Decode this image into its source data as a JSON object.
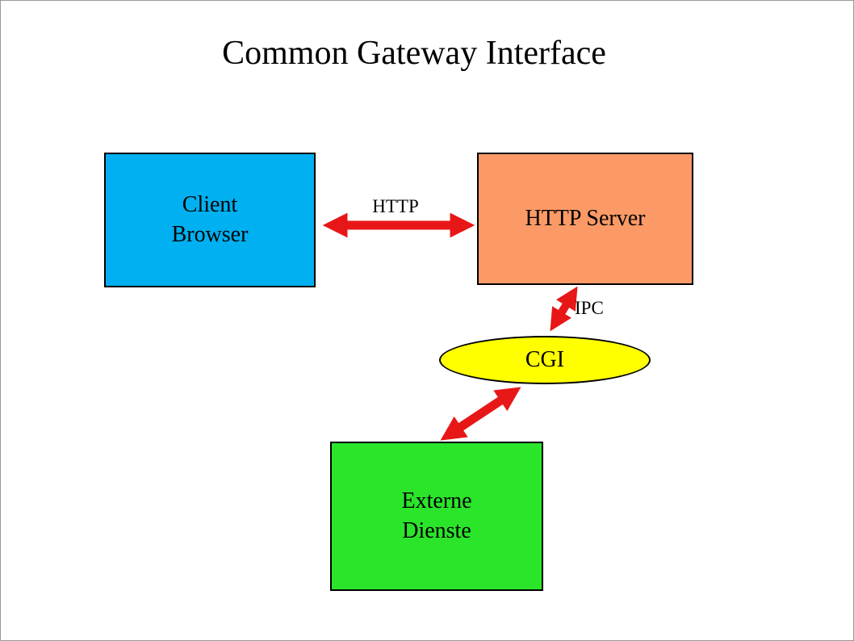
{
  "title": "Common Gateway Interface",
  "colors": {
    "client_box": "#00B0F0",
    "server_box": "#FB9A67",
    "cgi_ellipse": "#FFFF00",
    "extern_box": "#2BE52B",
    "arrow": "#E81717",
    "outline": "#000000"
  },
  "nodes": {
    "client": {
      "label": "Client\nBrowser",
      "shape": "rect"
    },
    "server": {
      "label": "HTTP Server",
      "shape": "rect"
    },
    "cgi": {
      "label": "CGI",
      "shape": "ellipse"
    },
    "extern": {
      "label": "Externe\nDienste",
      "shape": "rect"
    }
  },
  "edges": {
    "http": {
      "label": "HTTP",
      "from": "client",
      "to": "server",
      "style": "double-arrow"
    },
    "ipc": {
      "label": "IPC",
      "from": "server",
      "to": "cgi",
      "style": "double-arrow"
    },
    "cgi_extern": {
      "label": "",
      "from": "cgi",
      "to": "extern",
      "style": "double-arrow"
    }
  }
}
